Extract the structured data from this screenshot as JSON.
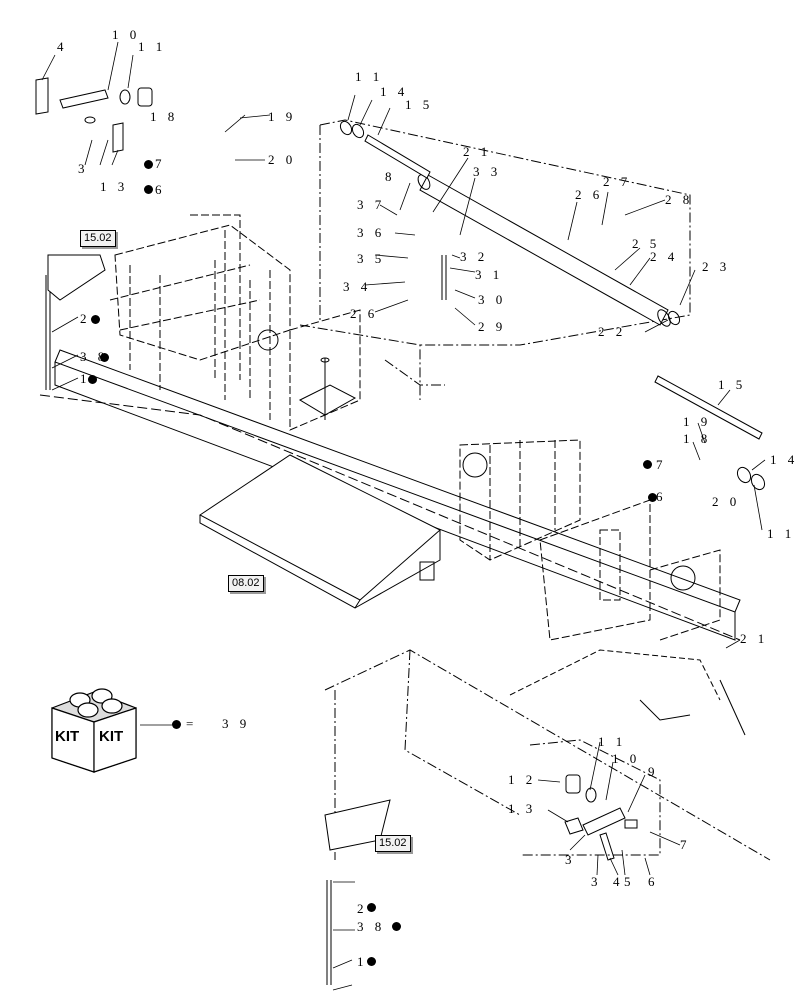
{
  "callouts": {
    "c1": "4",
    "c2": "1 0",
    "c3": "1 1",
    "c4": "1 8",
    "c5": "1 9",
    "c6": "3",
    "c7": "1 3",
    "c8": "7",
    "c9": "2 0",
    "c10": "6",
    "c11": "1 1",
    "c12": "1 4",
    "c13": "1 5",
    "c14": "2 1",
    "c15": "3 3",
    "c16": "2 6",
    "c17": "2 7",
    "c18": "2 8",
    "c19": "8",
    "c20": "3 7",
    "c21": "3 6",
    "c22": "3 5",
    "c23": "3 2",
    "c24": "3 1",
    "c25": "3 4",
    "c26": "3 0",
    "c27": "2 6",
    "c28": "2 9",
    "c29": "2 5",
    "c30": "2 4",
    "c31": "2 3",
    "c32": "2 2",
    "c33": "2",
    "c34": "3 8",
    "c35": "1",
    "c36": "1 5",
    "c37": "1 9",
    "c38": "1 8",
    "c39": "7",
    "c40": "1 4",
    "c41": "2 0",
    "c42": "6",
    "c43": "1 1",
    "c44": "2 1",
    "c45": "1 1",
    "c46": "1 0",
    "c47": "9",
    "c48": "1 2",
    "c49": "1 3",
    "c50": "7",
    "c51": "3",
    "c52": "3",
    "c53": "4",
    "c54": "5",
    "c55": "6",
    "c56": "2",
    "c57": "3 8",
    "c58": "1"
  },
  "refs": {
    "r1": "15.02",
    "r2": "08.02",
    "r3": "15.02"
  },
  "kit": {
    "label_left": "KIT",
    "label_right": "KIT",
    "equals": "=",
    "number": "3 9"
  }
}
